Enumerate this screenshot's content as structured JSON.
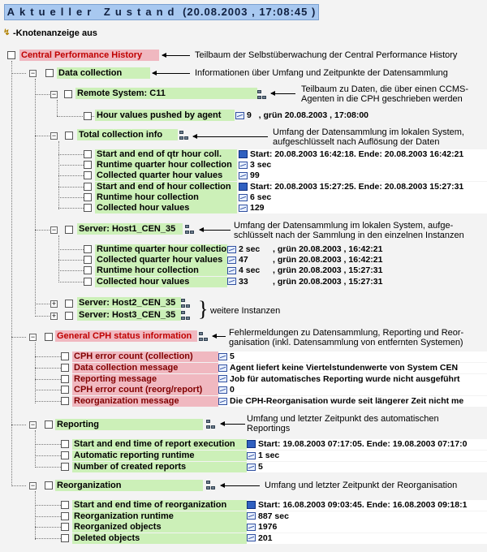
{
  "title": {
    "word": "Aktueller Zustand",
    "stamp": "(20.08.2003 , 17:08:45 )"
  },
  "toolbar": {
    "hide_nodes": "-Knotenanzeige aus"
  },
  "nodes": {
    "cph": "Central Performance History",
    "data_collection": "Data collection",
    "remote_system": "Remote System: C11",
    "hour_values": "Hour values pushed by agent",
    "total_info": "Total collection info",
    "server1": "Server: Host1_CEN_35",
    "server2": "Server: Host2_CEN_35",
    "server3": "Server: Host3_CEN_35",
    "general": "General CPH status information",
    "reporting": "Reporting",
    "reorg": "Reorganization"
  },
  "hour_value": {
    "num": "9",
    "status": ", grün 20.08.2003 , 17:08:00"
  },
  "total_rows": [
    {
      "label": "Start and end of qtr hour coll.",
      "value": "Start: 20.08.2003 16:42:18. Ende: 20.08.2003 16:42:21"
    },
    {
      "label": "Runtime quarter hour collection",
      "value": "3 sec"
    },
    {
      "label": "Collected quarter hour values",
      "value": "99"
    },
    {
      "label": "Start and end of hour collection",
      "value": "Start: 20.08.2003 15:27:25. Ende: 20.08.2003 15:27:31"
    },
    {
      "label": "Runtime hour collection",
      "value": "6 sec"
    },
    {
      "label": "Collected hour values",
      "value": "129"
    }
  ],
  "server_rows": [
    {
      "label": "Runtime quarter hour collection",
      "num": "2 sec",
      "status": ", grün 20.08.2003 , 16:42:21"
    },
    {
      "label": "Collected quarter hour values",
      "num": "47",
      "status": ", grün 20.08.2003 , 16:42:21"
    },
    {
      "label": "Runtime hour collection",
      "num": "4 sec",
      "status": ", grün 20.08.2003 , 15:27:31"
    },
    {
      "label": "Collected hour values",
      "num": "33",
      "status": ", grün 20.08.2003 , 15:27:31"
    }
  ],
  "general_rows": [
    {
      "label": "CPH error count (collection)",
      "value": "5"
    },
    {
      "label": "Data collection message",
      "value": "Agent liefert keine Viertelstundenwerte von System CEN"
    },
    {
      "label": "Reporting message",
      "value": "Job für automatisches Reporting wurde nicht ausgeführt"
    },
    {
      "label": "CPH error count (reorg/report)",
      "value": "0"
    },
    {
      "label": "Reorganization message",
      "value": "Die CPH-Reorganisation wurde seit längerer Zeit nicht me"
    }
  ],
  "reporting_rows": [
    {
      "label": "Start and end time of report execution",
      "value": "Start: 19.08.2003 07:17:05. Ende: 19.08.2003 07:17:0"
    },
    {
      "label": "Automatic reporting runtime",
      "value": "1 sec"
    },
    {
      "label": "Number of created reports",
      "value": "5"
    }
  ],
  "reorg_rows": [
    {
      "label": "Start and end time of reorganization",
      "value": "Start: 16.08.2003 09:03:45. Ende: 16.08.2003 09:18:1"
    },
    {
      "label": "Reorganization runtime",
      "value": "887 sec"
    },
    {
      "label": "Reorganized objects",
      "value": "1976"
    },
    {
      "label": "Deleted objects",
      "value": "201"
    }
  ],
  "annotations": {
    "a1": "Teilbaum der Selbstüberwachung der Central Performance History",
    "a2": "Informationen über Umfang und Zeitpunkte der Datensammlung",
    "a3": "Teilbaum zu Daten, die über einen CCMS-Agenten in die CPH geschrieben werden",
    "a4": "Umfang der Datensammlung im lokalen System, aufgeschlüsselt nach Auflösung der Daten",
    "a5": "Umfang der Datensammlung im lokalen System, aufge-schlüsselt nach der Sammlung in den einzelnen Instanzen",
    "a6": "weitere Instanzen",
    "a7": "Fehlermeldungen zu Datensammlung, Reporting und Reor-ganisation (inkl. Datensammlung von entfernten Systemen)",
    "a8": "Umfang und letzter Zeitpunkt des automatischen Reportings",
    "a9": "Umfang und letzter Zeitpunkt der Reorganisation"
  }
}
